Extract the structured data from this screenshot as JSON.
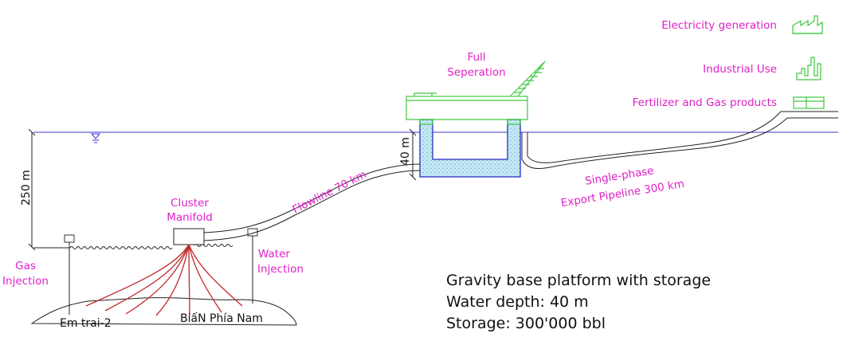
{
  "labels": {
    "full_separation": [
      "Full",
      "Seperation"
    ],
    "cluster_manifold": [
      "Cluster",
      "Manifold"
    ],
    "flowline": "Flowline 70 km",
    "export_pipeline": [
      "Single-phase",
      "Export Pipeline 300 km"
    ],
    "gas_injection": [
      "Gas",
      "Injection"
    ],
    "water_injection": [
      "Water",
      "Injection"
    ],
    "field_left": "Em trai-2",
    "field_right": "BiấN Phía Nam",
    "depth_250": "250 m",
    "depth_40": "40 m"
  },
  "products": [
    {
      "label": "Electricity generation",
      "icon": "factory-icon"
    },
    {
      "label": "Industrial Use",
      "icon": "industrial-plant-icon"
    },
    {
      "label": "Fertilizer and Gas products",
      "icon": "storage-tank-icon"
    }
  ],
  "info": [
    "Gravity base platform with storage",
    "Water depth: 40 m",
    "Storage: 300'000 bbl"
  ],
  "colors": {
    "label": "#e020c8",
    "sea_line": "#3a3acc",
    "platform": "#3ec83e",
    "storage_fill": "#bfe6f2",
    "wells": "#c0282c"
  }
}
